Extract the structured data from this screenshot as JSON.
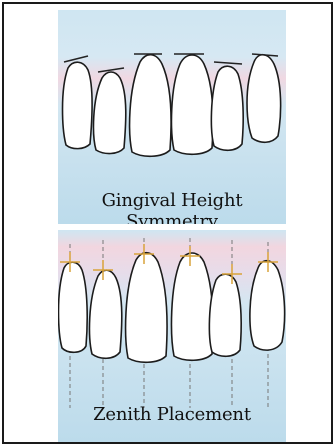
{
  "figure": {
    "top_panel": {
      "caption_line1": "Gingival Height",
      "caption_line2": "Symmetry"
    },
    "bottom_panel": {
      "caption": "Zenith Placement"
    }
  },
  "colors": {
    "background_blue": "#c9e2ef",
    "gum_pink": "#f1d4dc",
    "tooth_white": "#ffffff",
    "outline": "#1c1c1c",
    "zenith_marker": "#d9a33a",
    "frame_border": "#1a1a1a"
  }
}
